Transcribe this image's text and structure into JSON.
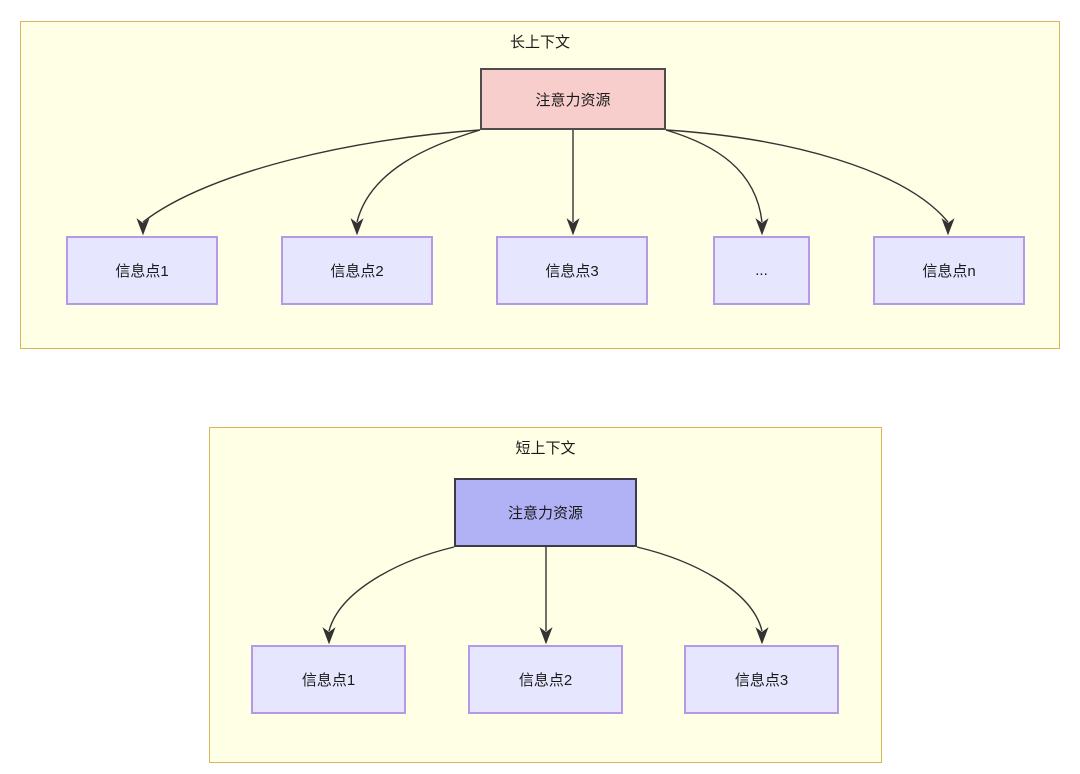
{
  "diagram": {
    "type": "flowchart",
    "panels": [
      {
        "id": "long-context",
        "title": "长上下文",
        "fill_color": "#ffffe6",
        "border_color": "#d6b656",
        "root": {
          "label": "注意力资源",
          "fill_color": "#f8cecc",
          "border_color": "#4d4d4d"
        },
        "children": [
          {
            "label": "信息点1",
            "fill_color": "#e6e6ff",
            "border_color": "#b49ae6"
          },
          {
            "label": "信息点2",
            "fill_color": "#e6e6ff",
            "border_color": "#b49ae6"
          },
          {
            "label": "信息点3",
            "fill_color": "#e6e6ff",
            "border_color": "#b49ae6"
          },
          {
            "label": "...",
            "fill_color": "#e6e6ff",
            "border_color": "#b49ae6"
          },
          {
            "label": "信息点n",
            "fill_color": "#e6e6ff",
            "border_color": "#b49ae6"
          }
        ]
      },
      {
        "id": "short-context",
        "title": "短上下文",
        "fill_color": "#ffffe6",
        "border_color": "#d6b656",
        "root": {
          "label": "注意力资源",
          "fill_color": "#b1b1f5",
          "border_color": "#3a3a48"
        },
        "children": [
          {
            "label": "信息点1",
            "fill_color": "#e6e6ff",
            "border_color": "#b49ae6"
          },
          {
            "label": "信息点2",
            "fill_color": "#e6e6ff",
            "border_color": "#b49ae6"
          },
          {
            "label": "信息点3",
            "fill_color": "#e6e6ff",
            "border_color": "#b49ae6"
          }
        ]
      }
    ],
    "edge_color": "#333333"
  }
}
